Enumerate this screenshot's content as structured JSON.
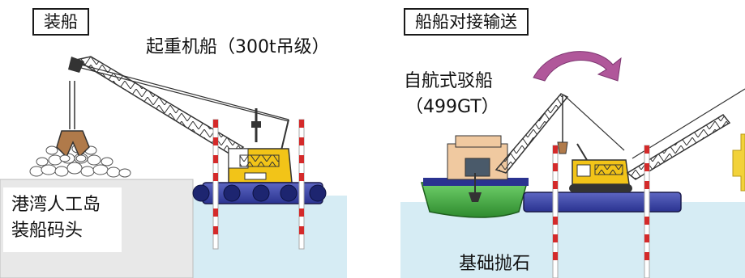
{
  "left_panel": {
    "tag": "装船",
    "crane_ship_label": "起重机船（300t吊级）",
    "quay_line1": "港湾人工岛",
    "quay_line2": "装船码头"
  },
  "right_panel": {
    "tag": "船船对接输送",
    "barge_line1": "自航式驳船",
    "barge_line2": "（499GT）",
    "bottom_label": "基础抛石"
  },
  "colors": {
    "water": "#d6ecf4",
    "crane_barge_hull": "#22308a",
    "crane_body": "#f2c418",
    "barge_green": "#3aa33a",
    "arrow": "#b0579a",
    "pole_red": "#d42a2a"
  }
}
